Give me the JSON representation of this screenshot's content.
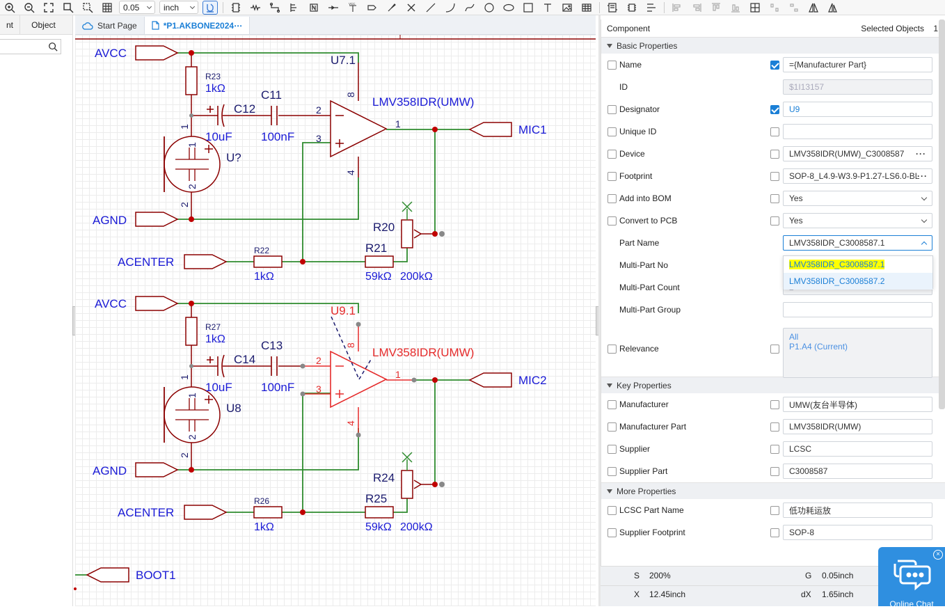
{
  "toolbar": {
    "grid_size": "0.05",
    "unit": "inch"
  },
  "left_panel": {
    "tabs": [
      "nt",
      "Object"
    ]
  },
  "doc_tabs": [
    {
      "label": "Start Page",
      "icon": "cloud-icon"
    },
    {
      "label": "*P1.AKBONE2024⋯",
      "icon": "document-icon"
    }
  ],
  "schematic": {
    "top": {
      "power_in": "AVCC",
      "ground": "AGND",
      "center": "ACENTER",
      "output": "MIC1",
      "r_a": "R23",
      "r_a_val": "1kΩ",
      "c_a": "C12",
      "c_a_val": "10uF",
      "c_b": "C11",
      "c_b_val": "100nF",
      "mic": "U?",
      "opamp": "U7.1",
      "opamp_part": "LMV358IDR(UMW)",
      "r_b": "R22",
      "r_b_val": "1kΩ",
      "r_c": "R21",
      "r_c_val": "59kΩ",
      "r_d": "R20",
      "r_d_val": "200kΩ",
      "pins": {
        "p8": "8",
        "p2": "2",
        "p3": "3",
        "p4": "4",
        "p1": "1",
        "m1": "1",
        "m2": "2",
        "mp1": "1",
        "mp2": "2"
      }
    },
    "bottom": {
      "power_in": "AVCC",
      "ground": "AGND",
      "center": "ACENTER",
      "output": "MIC2",
      "r_a": "R27",
      "r_a_val": "1kΩ",
      "c_a": "C14",
      "c_a_val": "10uF",
      "c_b": "C13",
      "c_b_val": "100nF",
      "mic": "U8",
      "opamp": "U9.1",
      "opamp_part": "LMV358IDR(UMW)",
      "r_b": "R26",
      "r_b_val": "1kΩ",
      "r_c": "R25",
      "r_c_val": "59kΩ",
      "r_d": "R24",
      "r_d_val": "200kΩ",
      "pins": {
        "p8": "8",
        "p2": "2",
        "p3": "3",
        "p4": "4",
        "p1": "1",
        "m1": "1",
        "m2": "2",
        "mp1": "1",
        "mp2": "2"
      }
    },
    "boot_label": "BOOT1"
  },
  "right_panel": {
    "title": "Component",
    "selected_label": "Selected Objects",
    "selected_count": "1",
    "sections": {
      "basic": "Basic Properties",
      "key": "Key Properties",
      "more": "More Properties"
    },
    "basic": [
      {
        "name": "Name",
        "value": "={Manufacturer Part}"
      },
      {
        "name": "ID",
        "value": "$1I13157"
      },
      {
        "name": "Designator",
        "value": "U9"
      },
      {
        "name": "Unique ID",
        "value": ""
      },
      {
        "name": "Device",
        "value": "LMV358IDR(UMW)_C3008587"
      },
      {
        "name": "Footprint",
        "value": "SOP-8_L4.9-W3.9-P1.27-LS6.0-BL"
      },
      {
        "name": "Add into BOM",
        "value": "Yes"
      },
      {
        "name": "Convert to PCB",
        "value": "Yes"
      },
      {
        "name": "Part Name",
        "value": "LMV358IDR_C3008587.1"
      },
      {
        "name": "Multi-Part No",
        "value": ""
      },
      {
        "name": "Multi-Part Count",
        "value": "2"
      },
      {
        "name": "Multi-Part Group",
        "value": ""
      },
      {
        "name": "Relevance",
        "value_all": "All",
        "value_current": "P1.A4 (Current)"
      }
    ],
    "dropdown_options": [
      "LMV358IDR_C3008587.1",
      "LMV358IDR_C3008587.2"
    ],
    "key": [
      {
        "name": "Manufacturer",
        "value": "UMW(友台半导体)"
      },
      {
        "name": "Manufacturer Part",
        "value": "LMV358IDR(UMW)"
      },
      {
        "name": "Supplier",
        "value": "LCSC"
      },
      {
        "name": "Supplier Part",
        "value": "C3008587"
      }
    ],
    "more": [
      {
        "name": "LCSC Part Name",
        "value": "低功耗运放"
      },
      {
        "name": "Supplier Footprint",
        "value": "SOP-8"
      }
    ]
  },
  "status": {
    "s_label": "S",
    "s_value": "200%",
    "g_label": "G",
    "g_value": "0.05inch",
    "x_label": "X",
    "x_value": "12.45inch",
    "dx_label": "dX",
    "dx_value": "1.65inch"
  },
  "chat": {
    "label": "Online Chat"
  },
  "colors": {
    "wire": "#2e8b2e",
    "symbol": "#8b0000",
    "net_label": "#1a1ad6",
    "selected": "#e52b2b",
    "accent": "#1b7fd6"
  }
}
